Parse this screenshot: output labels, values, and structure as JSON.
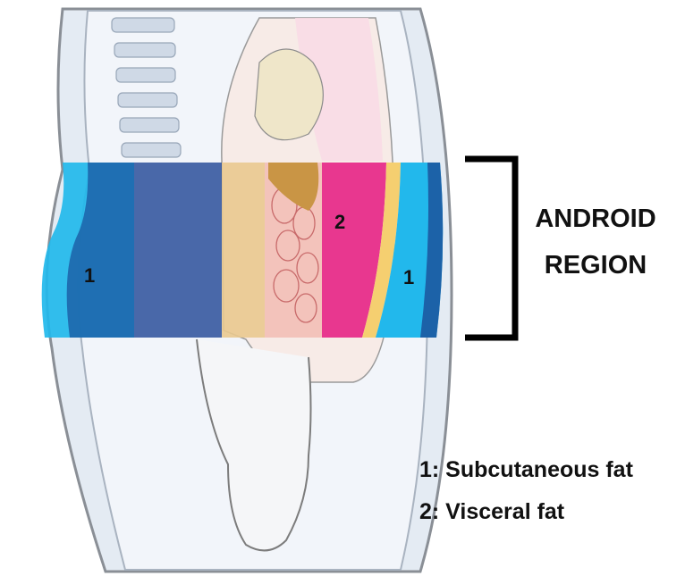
{
  "colors": {
    "subcutaneous_band": "#22b8ec",
    "visceral_band": "#e8378f",
    "body_outline": "#8a8f96",
    "bracket": "#000000"
  },
  "region": {
    "title_line1": "ANDROID",
    "title_line2": "REGION"
  },
  "markers": {
    "left": "1",
    "right": "1",
    "center": "2"
  },
  "legend": {
    "item1": "1: Subcutaneous fat",
    "item2": "2: Visceral fat"
  }
}
